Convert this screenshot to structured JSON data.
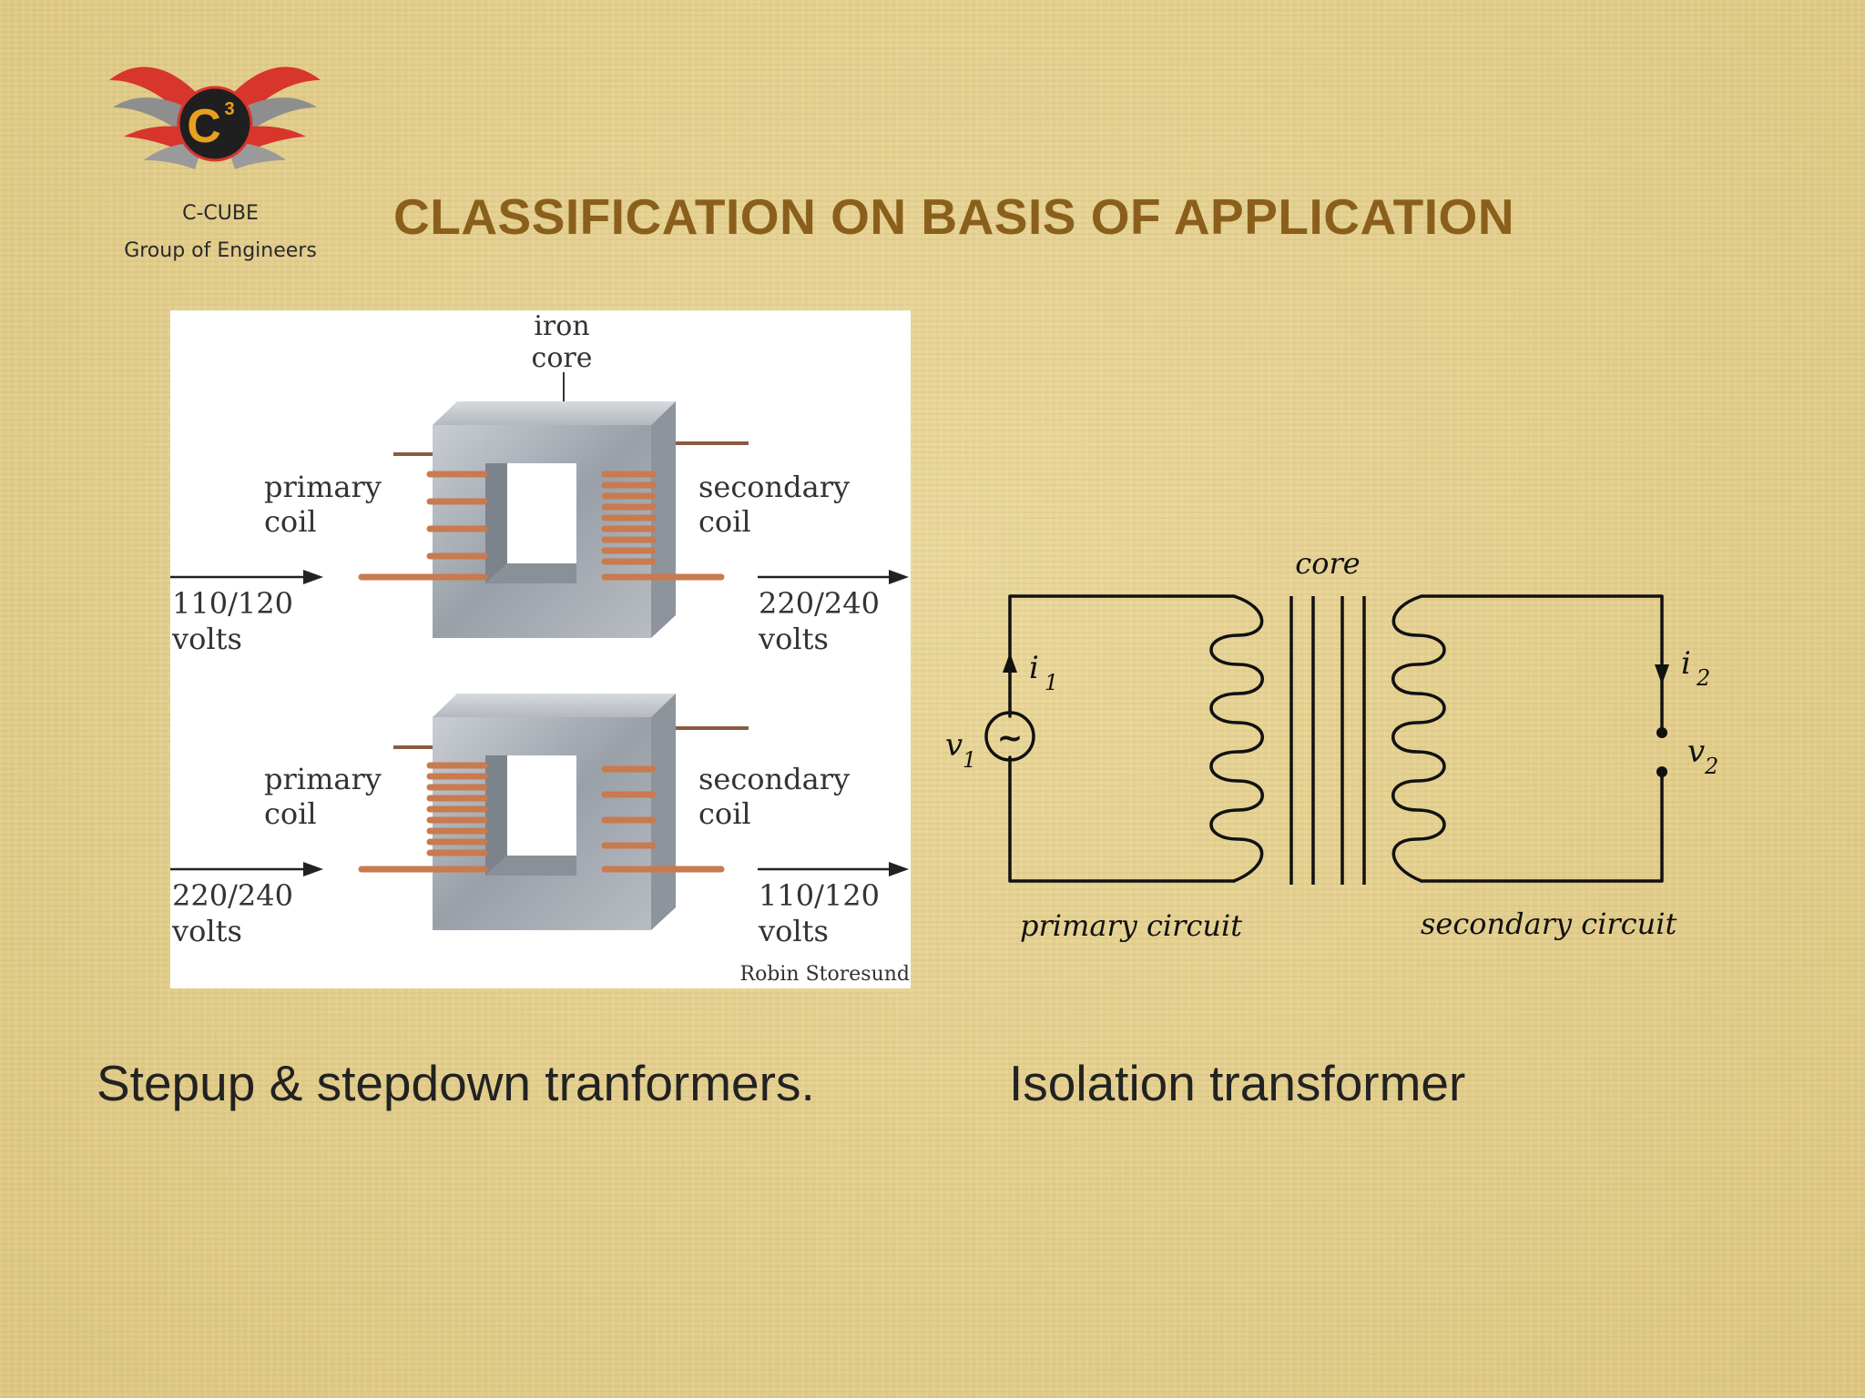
{
  "brand": {
    "logo_letter": "C",
    "logo_exponent": "3",
    "line1": "C-CUBE",
    "line2": "Group of Engineers"
  },
  "title": "CLASSIFICATION ON BASIS OF APPLICATION",
  "figure_left": {
    "iron_core_label_1": "iron",
    "iron_core_label_2": "core",
    "top": {
      "primary_1": "primary",
      "primary_2": "coil",
      "secondary_1": "secondary",
      "secondary_2": "coil",
      "input_1": "110/120",
      "input_2": "volts",
      "output_1": "220/240",
      "output_2": "volts"
    },
    "bottom": {
      "primary_1": "primary",
      "primary_2": "coil",
      "secondary_1": "secondary",
      "secondary_2": "coil",
      "input_1": "220/240",
      "input_2": "volts",
      "output_1": "110/120",
      "output_2": "volts"
    },
    "credit": "Robin Storesund"
  },
  "figure_right": {
    "core": "core",
    "i1": "i",
    "i1_sub": "1",
    "i2": "i",
    "i2_sub": "2",
    "v1": "v",
    "v1_sub": "1",
    "v2": "v",
    "v2_sub": "2",
    "source_symbol": "~",
    "primary_circuit": "primary circuit",
    "secondary_circuit": "secondary circuit"
  },
  "captions": {
    "left": "Stepup & stepdown tranformers.",
    "right": "Isolation transformer"
  },
  "colors": {
    "title": "#8a5f1c",
    "copper": "#c97a4e",
    "steel": "#a8adb4",
    "logo_red": "#d8352c",
    "logo_gold": "#e8a020"
  }
}
